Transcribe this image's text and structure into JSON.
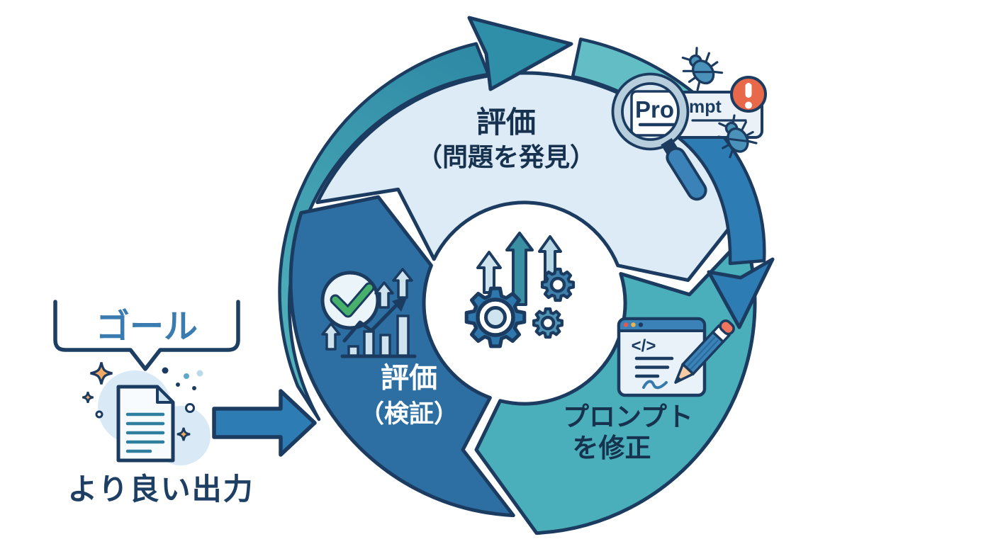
{
  "diagram": {
    "direction": "clockwise",
    "stages": [
      {
        "id": "evaluate-discover",
        "line1": "評価",
        "line2": "（問題を発見）",
        "fill": "#dcebf5",
        "text_color": "#16324f"
      },
      {
        "id": "revise-prompt",
        "line1": "プロンプト",
        "line2": "を修正",
        "fill": "#4aafba",
        "text_color": "#16324f"
      },
      {
        "id": "evaluate-verify",
        "line1": "評価",
        "line2": "（検証）",
        "fill": "#2d6fa3",
        "text_color": "#ffffff"
      }
    ],
    "goal": {
      "bubble_label": "ゴール",
      "caption": "より良い出力"
    },
    "prompt_card": {
      "magnified_text": "Pro",
      "rest_text": "mpt"
    },
    "browser_window": {
      "code_symbol": "</>"
    },
    "icons": [
      "magnifier-icon",
      "bug-icon",
      "alert-badge-icon",
      "gears-growth-icon",
      "check-circle-icon",
      "bar-chart-icon",
      "trend-arrow-icon",
      "browser-edit-icon",
      "pencil-icon",
      "document-icon",
      "sparkle-icon",
      "speech-bubble",
      "arrow-right-icon"
    ],
    "colors": {
      "outline_navy": "#1b3c60",
      "text_navy": "#16324f",
      "pale_segment": "#dcebf5",
      "dark_blue_segment": "#2d6fa3",
      "teal_segment": "#4aafba",
      "outer_arc_teal": "#2f8fa8",
      "outer_arc_light_teal": "#62bdc4",
      "flow_blue": "#2e7cb4",
      "accent_green": "#47b06a",
      "alert_orange": "#e8684a",
      "sparkle_orange": "#f2a963",
      "goal_label_blue": "#3a7cb0"
    }
  }
}
